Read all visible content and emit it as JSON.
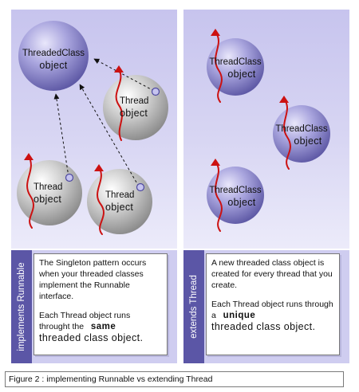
{
  "left_panel": {
    "big_ball": {
      "line1": "ThreadedClass",
      "line2": "object"
    },
    "thread_balls": [
      {
        "line1": "Thread",
        "line2": "object"
      },
      {
        "line1": "Thread",
        "line2": "object"
      },
      {
        "line1": "Thread",
        "line2": "object"
      }
    ],
    "side_label": "implements Runnable",
    "note": {
      "p1": "The Singleton pattern occurs when your threaded classes implement the Runnable interface.",
      "p2_a": "Each Thread object runs throught the",
      "p2_em": "same",
      "p2_b": "threaded class object."
    }
  },
  "right_panel": {
    "balls": [
      {
        "line1": "ThreadClass",
        "line2": "object"
      },
      {
        "line1": "ThreadClass",
        "line2": "object"
      },
      {
        "line1": "ThreadClass",
        "line2": "object"
      }
    ],
    "side_label": "extends Thread",
    "note": {
      "p1": "A new threaded class object is created for every thread that you create.",
      "p2_a": "Each Thread object runs through a",
      "p2_em": "unique",
      "p2_b": "threaded class object."
    }
  },
  "caption": "Figure 2 : implementing Runnable vs extending Thread",
  "colors": {
    "panel": "#cfcdf0",
    "side_bar": "#5b56a6",
    "thread_line": "#cc1111",
    "ball_purple": "#8f8ad0",
    "ball_grey": "#bdbdbd"
  }
}
